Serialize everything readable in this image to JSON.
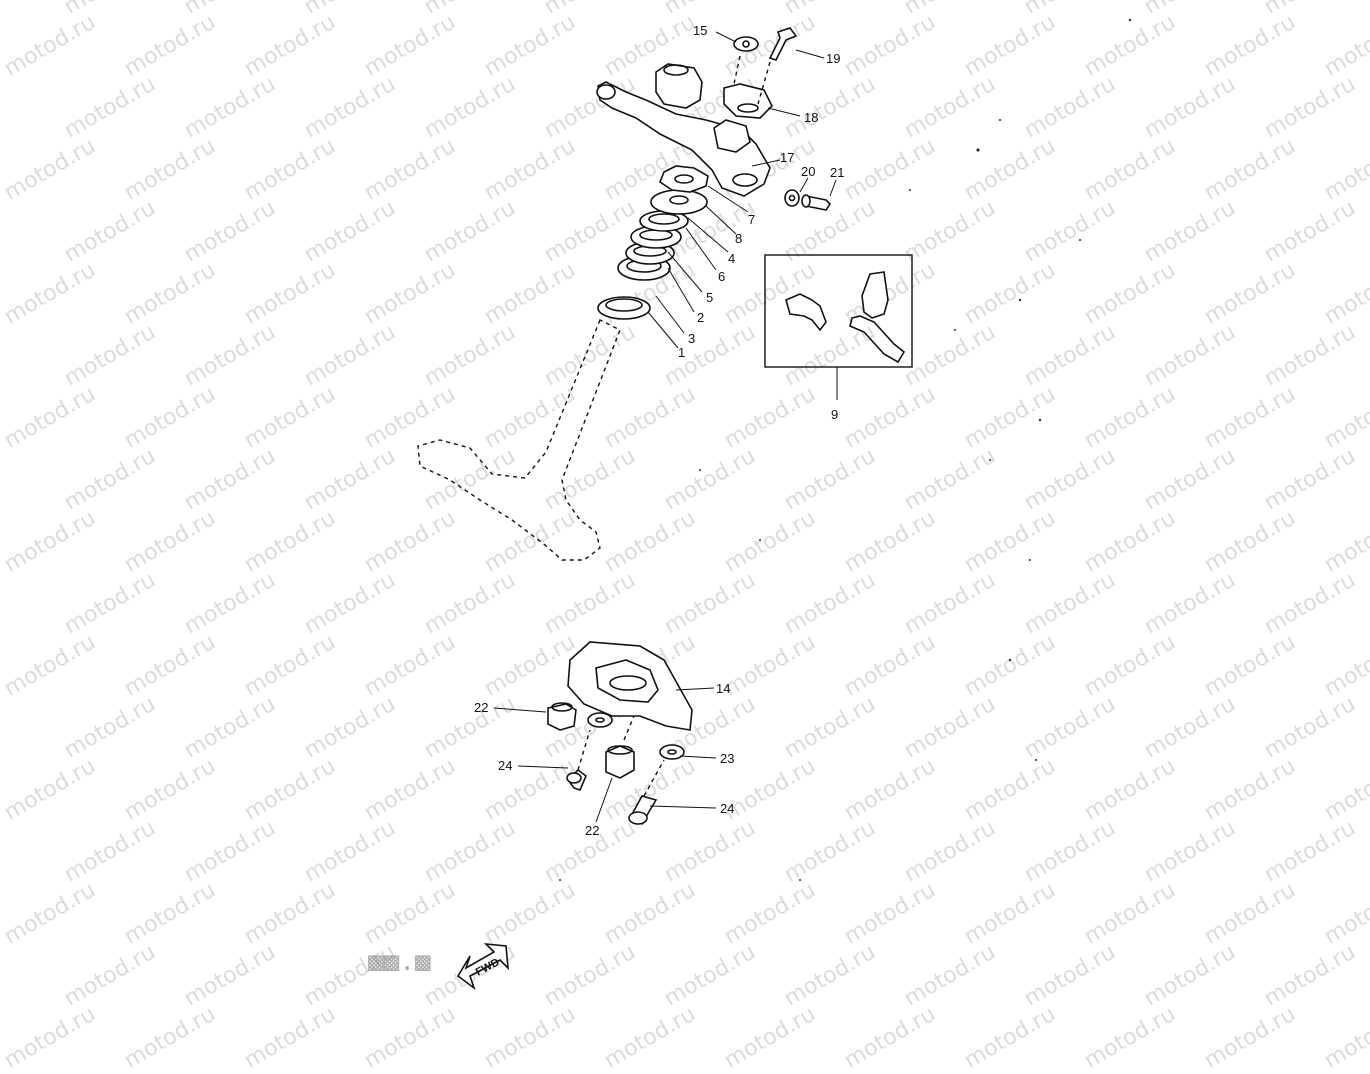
{
  "watermark": {
    "text": "motod.ru"
  },
  "labels": {
    "p1": "1",
    "p2": "2",
    "p3": "3",
    "p4": "4",
    "p5": "5",
    "p6": "6",
    "p7": "7",
    "p8": "8",
    "p9": "9",
    "p14": "14",
    "p15": "15",
    "p17": "17",
    "p18": "18",
    "p19": "19",
    "p20": "20",
    "p21": "21",
    "p22a": "22",
    "p22b": "22",
    "p23": "23",
    "p24a": "24",
    "p24b": "24"
  },
  "badge": {
    "text": "FWD"
  }
}
